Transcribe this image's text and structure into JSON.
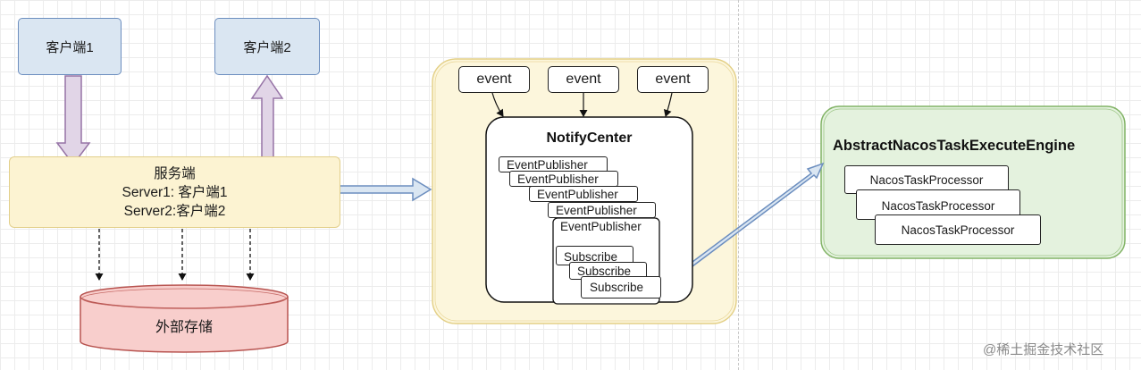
{
  "clients": {
    "client1": "客户端1",
    "client2": "客户端2"
  },
  "server": {
    "title": "服务端",
    "line1": "Server1: 客户端1",
    "line2": "Server2:客户端2"
  },
  "storage": {
    "label": "外部存储"
  },
  "events": [
    "event",
    "event",
    "event"
  ],
  "notify_center": {
    "title": "NotifyCenter",
    "publishers": [
      "EventPublisher",
      "EventPublisher",
      "EventPublisher",
      "EventPublisher",
      "EventPublisher"
    ],
    "subscribes": [
      "Subscribe",
      "Subscribe",
      "Subscribe"
    ]
  },
  "engine": {
    "title": "AbstractNacosTaskExecuteEngine",
    "processors": [
      "NacosTaskProcessor",
      "NacosTaskProcessor",
      "NacosTaskProcessor"
    ]
  },
  "watermark": "@稀土掘金技术社区",
  "colors": {
    "client_fill": "#dae6f2",
    "client_stroke": "#6c8ebf",
    "server_fill": "#fcf3d2",
    "storage_fill": "#f8cecc",
    "storage_stroke": "#b85450",
    "engine_fill": "#e4f2de",
    "engine_stroke": "#82b366",
    "arrow_purple": "#9673a6",
    "arrow_blue": "#6c8ebf"
  }
}
